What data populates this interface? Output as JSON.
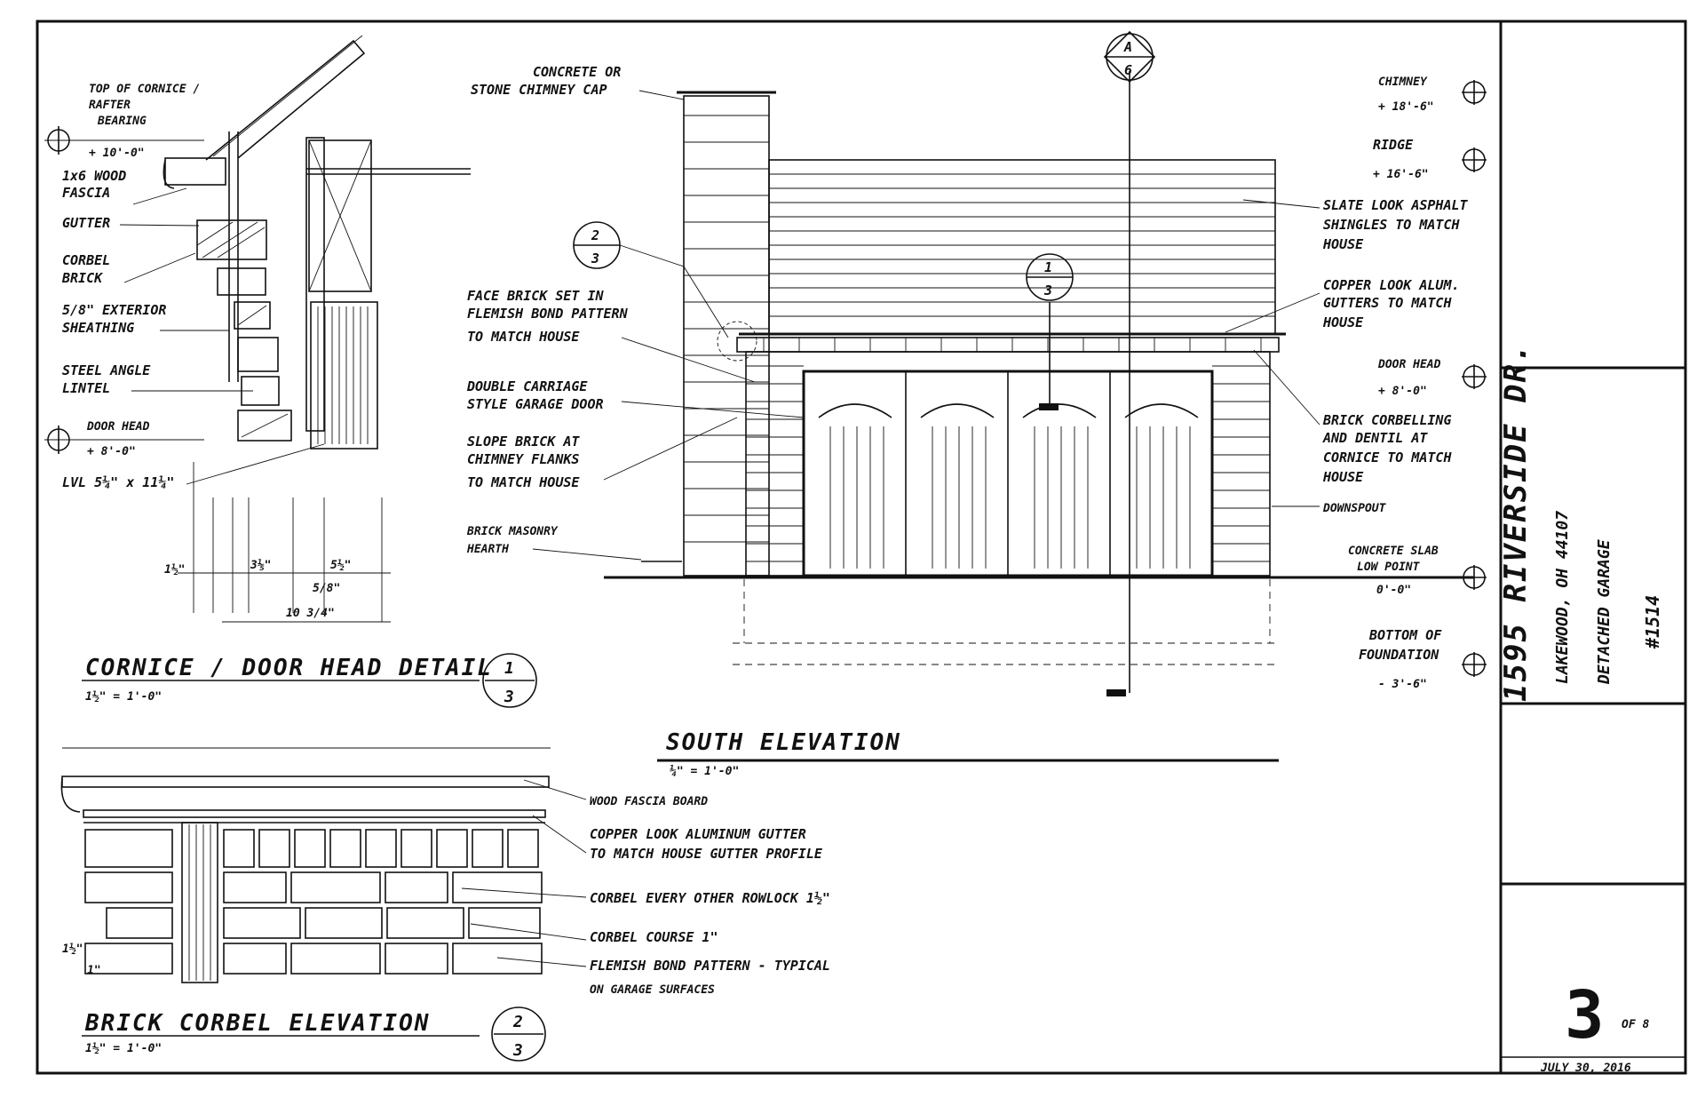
{
  "title_block": {
    "address": "1595 RIVERSIDE DR.",
    "city": "LAKEWOOD, OH 44107",
    "project": "DETACHED GARAGE",
    "number": "#1514",
    "sheet_number": "3",
    "sheet_of": "OF 8",
    "date": "JULY 30, 2016"
  },
  "cornice_detail": {
    "title": "CORNICE / DOOR HEAD DETAIL",
    "scale": "1½\" = 1'-0\"",
    "ref_top": "1",
    "ref_bottom": "3",
    "labels": {
      "top_of_cornice": "TOP OF CORNICE /",
      "rafter": "RAFTER",
      "bearing": "BEARING",
      "elev_top": "+ 10'-0\"",
      "fascia_1": "1x6 WOOD",
      "fascia_2": "FASCIA",
      "gutter": "GUTTER",
      "corbel_1": "CORBEL",
      "corbel_2": "BRICK",
      "sheathing_1": "5/8\" EXTERIOR",
      "sheathing_2": "SHEATHING",
      "angle_1": "STEEL ANGLE",
      "angle_2": "LINTEL",
      "door_head": "DOOR HEAD",
      "door_elev": "+ 8'-0\"",
      "lvl": "LVL 5¼\" x 11¼\""
    },
    "dims": {
      "d1": "1½\"",
      "d2": "3⅕\"",
      "d3": "5½\"",
      "d4": "5/8\"",
      "d5": "10 3/4\""
    }
  },
  "south_elevation": {
    "title": "SOUTH ELEVATION",
    "scale": "¼\" = 1'-0\"",
    "section_mark_top": "A",
    "section_mark_bottom": "6",
    "ref_left_top": "2",
    "ref_left_bottom": "3",
    "ref_mid_top": "1",
    "ref_mid_bottom": "3",
    "labels": {
      "cap_1": "CONCRETE OR",
      "cap_2": "STONE CHIMNEY CAP",
      "flemish_1": "FACE BRICK SET IN",
      "flemish_2": "FLEMISH BOND PATTERN",
      "flemish_3": "TO MATCH HOUSE",
      "door_1": "DOUBLE CARRIAGE",
      "door_2": "STYLE GARAGE DOOR",
      "slope_1": "SLOPE BRICK AT",
      "slope_2": "CHIMNEY FLANKS",
      "slope_3": "TO MATCH HOUSE",
      "hearth_1": "BRICK MASONRY",
      "hearth_2": "HEARTH",
      "chimney": "CHIMNEY",
      "chimney_elev": "+ 18'-6\"",
      "ridge": "RIDGE",
      "ridge_elev": "+ 16'-6\"",
      "shingle_1": "SLATE LOOK ASPHALT",
      "shingle_2": "SHINGLES TO MATCH",
      "shingle_3": "HOUSE",
      "gutters_1": "COPPER LOOK ALUM.",
      "gutters_2": "GUTTERS TO MATCH",
      "gutters_3": "HOUSE",
      "door_head": "DOOR HEAD",
      "door_head_elev": "+ 8'-0\"",
      "corbel_1": "BRICK CORBELLING",
      "corbel_2": "AND DENTIL AT",
      "corbel_3": "CORNICE TO MATCH",
      "corbel_4": "HOUSE",
      "downspout": "DOWNSPOUT",
      "slab_1": "CONCRETE SLAB",
      "slab_2": "LOW POINT",
      "slab_elev": "0'-0\"",
      "found_1": "BOTTOM OF",
      "found_2": "FOUNDATION",
      "found_elev": "- 3'-6\""
    }
  },
  "brick_corbel": {
    "title": "BRICK CORBEL ELEVATION",
    "scale": "1½\" = 1'-0\"",
    "ref_top": "2",
    "ref_bottom": "3",
    "dim_a": "1½\"",
    "dim_b": "1\"",
    "labels": {
      "fascia": "WOOD FASCIA BOARD",
      "gutter_1": "COPPER LOOK ALUMINUM GUTTER",
      "gutter_2": "TO MATCH HOUSE GUTTER PROFILE",
      "rowlock": "CORBEL EVERY OTHER ROWLOCK 1½\"",
      "course": "CORBEL COURSE 1\"",
      "pattern_1": "FLEMISH BOND PATTERN - TYPICAL",
      "pattern_2": "ON GARAGE SURFACES"
    }
  }
}
